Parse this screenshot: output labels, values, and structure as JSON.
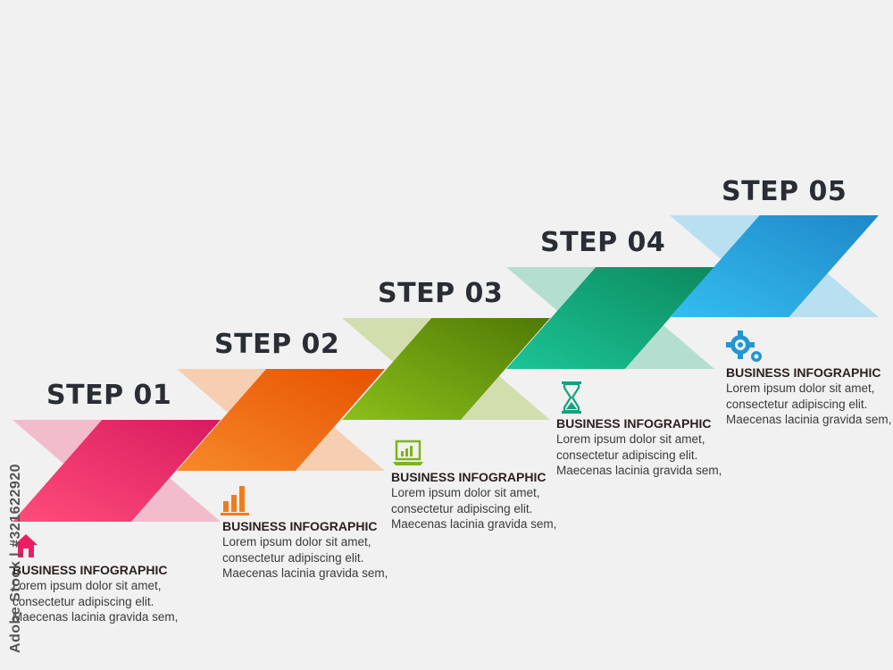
{
  "steps": [
    {
      "title": "STEP 01",
      "icon": "house-icon",
      "heading": "BUSINESS INFOGRAPHIC",
      "lines": [
        "Lorem ipsum dolor sit amet,",
        "consectetur adipiscing elit.",
        "Maecenas lacinia gravida sem,"
      ],
      "colors": {
        "dark": "#d81b60",
        "light": "#ff4d7a",
        "pale": "#f2bccd"
      }
    },
    {
      "title": "STEP 02",
      "icon": "bar-chart-icon",
      "heading": "BUSINESS INFOGRAPHIC",
      "lines": [
        "Lorem ipsum dolor sit amet,",
        "consectetur adipiscing elit.",
        "Maecenas lacinia gravida sem,"
      ],
      "colors": {
        "dark": "#e65100",
        "light": "#f7892a",
        "pale": "#f6cfb2"
      }
    },
    {
      "title": "STEP 03",
      "icon": "laptop-chart-icon",
      "heading": "BUSINESS INFOGRAPHIC",
      "lines": [
        "Lorem ipsum dolor sit amet,",
        "consectetur adipiscing elit.",
        "Maecenas lacinia gravida sem,"
      ],
      "colors": {
        "dark": "#4e7a06",
        "light": "#8bbf1a",
        "pale": "#d3deae"
      }
    },
    {
      "title": "STEP 04",
      "icon": "hourglass-icon",
      "heading": "BUSINESS INFOGRAPHIC",
      "lines": [
        "Lorem ipsum dolor sit amet,",
        "consectetur adipiscing elit.",
        "Maecenas lacinia gravida sem,"
      ],
      "colors": {
        "dark": "#0b8a5e",
        "light": "#1cc497",
        "pale": "#b4dfd0"
      }
    },
    {
      "title": "STEP 05",
      "icon": "gears-icon",
      "heading": "BUSINESS INFOGRAPHIC",
      "lines": [
        "Lorem ipsum dolor sit amet,",
        "consectetur adipiscing elit.",
        "Maecenas lacinia gravida sem,"
      ],
      "colors": {
        "dark": "#1e88c8",
        "light": "#35bdf0",
        "pale": "#b9e0f1"
      }
    }
  ],
  "watermark": "Adobe Stock | #321622920"
}
